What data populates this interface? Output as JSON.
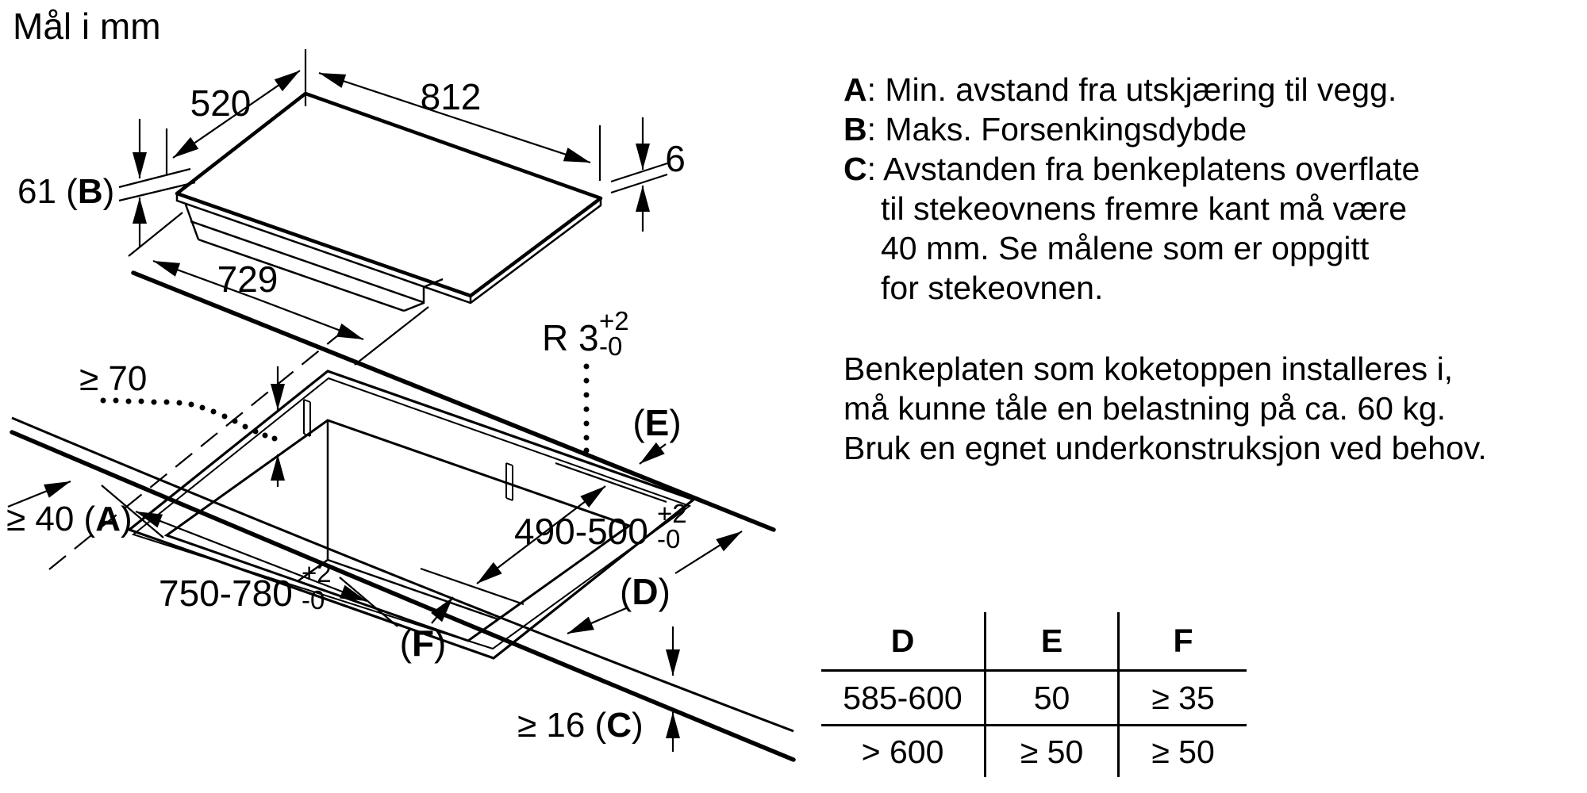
{
  "title": "Mål i mm",
  "hob": {
    "depth": "520",
    "width": "812",
    "glass_thickness": "6",
    "height_prefix": "61 (",
    "height_letter": "B",
    "height_suffix": ")",
    "base_width": "729"
  },
  "cutout": {
    "radius_main": "R 3",
    "radius_sup": "+2",
    "radius_sub": "-0",
    "min_rear": "≥ 70",
    "wall_prefix": "≥ 40 (",
    "wall_letter": "A",
    "wall_suffix": ")",
    "width_main": "750-780",
    "width_sup": "+2",
    "width_sub": "-0",
    "depth_main": "490-500",
    "depth_sup": "+2",
    "depth_sub": "-0",
    "e_open": "(",
    "e_letter": "E",
    "e_close": ")",
    "d_open": "(",
    "d_letter": "D",
    "d_close": ")",
    "f_open": "(",
    "f_letter": "F",
    "f_close": ")",
    "thickness_prefix": "≥ 16 (",
    "thickness_letter": "C",
    "thickness_suffix": ")"
  },
  "legend": {
    "a_letter": "A",
    "a_text": ": Min. avstand fra utskjæring til vegg.",
    "b_letter": "B",
    "b_text": ": Maks. Forsenkingsdybde",
    "c_letter": "C",
    "c_text": ": Avstanden fra benkeplatens overflate",
    "c_line2": "til stekeovnens fremre kant må være",
    "c_line3": "40 mm. Se målene som er oppgitt",
    "c_line4": "for stekeovnen."
  },
  "note": {
    "line1": "Benkeplaten som koketoppen installeres i,",
    "line2": "må kunne tåle en belastning på ca. 60 kg.",
    "line3": "Bruk en egnet underkonstruksjon ved behov."
  },
  "table": {
    "headers": [
      "D",
      "E",
      "F"
    ],
    "rows": [
      [
        "585-600",
        "50",
        "≥ 35"
      ],
      [
        "> 600",
        "≥ 50",
        "≥ 50"
      ]
    ]
  }
}
